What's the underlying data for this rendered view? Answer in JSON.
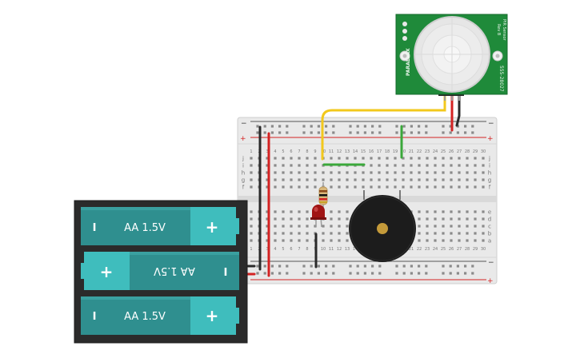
{
  "pir_sensor": {
    "brand": "PARALLAX",
    "part_number": "555-28027",
    "version_line1": "PIR Sensor",
    "version_line2": "Rev B"
  },
  "battery_pack": {
    "cells": [
      {
        "label": "AA 1.5V",
        "orientation": "normal"
      },
      {
        "label": "AA 1.5V",
        "orientation": "flipped"
      },
      {
        "label": "AA 1.5V",
        "orientation": "normal"
      }
    ],
    "plus_symbol": "+",
    "minus_symbol": "I"
  },
  "breadboard": {
    "row_letters_top": [
      "j",
      "i",
      "h",
      "g",
      "f"
    ],
    "row_letters_bottom": [
      "e",
      "d",
      "c",
      "b",
      "a"
    ],
    "rail_minus": "−",
    "rail_plus": "+",
    "column_count": 30
  },
  "colors": {
    "pcb_green": "#1f8a3a",
    "board": "#e9e9e9",
    "wire_red": "#d42222",
    "wire_black": "#2a2a2a",
    "wire_yellow": "#f2c81c",
    "wire_green": "#3aa83a",
    "battery_teal": "#2f8f8f",
    "battery_end": "#3fbdbd",
    "led_red": "#a01414",
    "buzzer": "#1c1c1c"
  }
}
